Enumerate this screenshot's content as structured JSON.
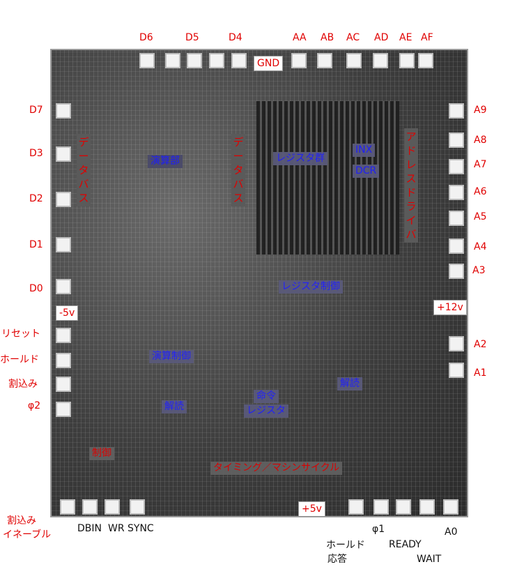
{
  "top_pins": [
    "D6",
    "D5",
    "D4",
    "AA",
    "AB",
    "AC",
    "AD",
    "AE",
    "AF"
  ],
  "gnd": "GND",
  "left_pins": [
    "D7",
    "D3",
    "D2",
    "D1",
    "D0"
  ],
  "left_ctrl": [
    "リセット",
    "ホールド",
    "割込み",
    "φ2"
  ],
  "minus5": "-5v",
  "right_pins": [
    "A9",
    "A8",
    "A7",
    "A6",
    "A5",
    "A4",
    "A3",
    "A2",
    "A1"
  ],
  "plus12": "+12v",
  "plus5": "+5v",
  "bottom": {
    "int_enable_line1": "割込み",
    "int_enable_line2": "イネーブル",
    "dbin": "DBIN",
    "wr": "WR",
    "sync": "SYNC",
    "phi1": "φ1",
    "hold_ack_line1": "ホールド",
    "hold_ack_line2": "応答",
    "ready": "READY",
    "wait": "WAIT",
    "a0": "A0"
  },
  "blocks": {
    "alu": "演算部",
    "register_group": "レジスタ群",
    "inx": "INX",
    "dcr": "DCR",
    "register_ctrl": "レジスタ制御",
    "alu_ctrl": "演算制御",
    "decode_left": "解読",
    "instr_reg_line1": "命令",
    "instr_reg_line2": "レジスタ",
    "decode_right": "解読",
    "control": "制御",
    "timing": "タイミング／マシンサイクル",
    "databus_left": [
      "デ",
      "ー",
      "タ",
      "バ",
      "ス"
    ],
    "databus_mid": [
      "デ",
      "ー",
      "タ",
      "バ",
      "ス"
    ],
    "addr_driver": [
      "ア",
      "ド",
      "レ",
      "ス",
      "ド",
      "ラ",
      "イ",
      "バ"
    ]
  }
}
